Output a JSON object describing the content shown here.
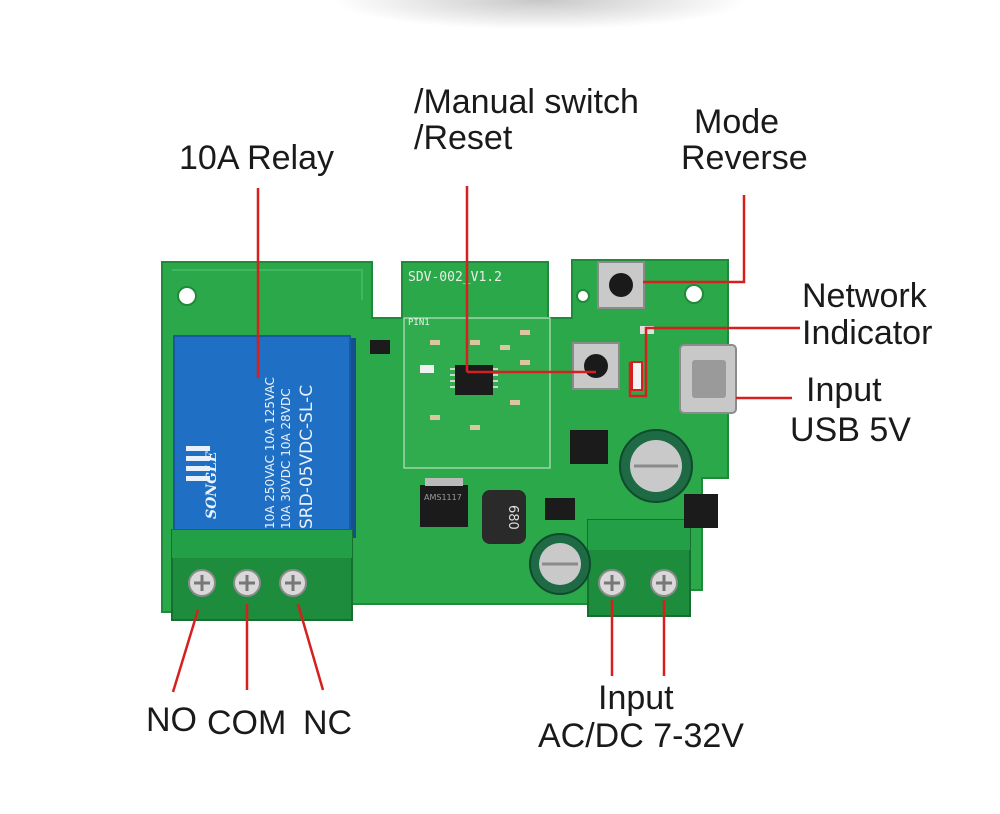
{
  "labels": {
    "relay": "10A Relay",
    "manual_switch": "/Manual switch",
    "reset": "/Reset",
    "mode": "Mode",
    "reverse": "Reverse",
    "network": "Network",
    "indicator": "Indicator",
    "input_usb_1": "Input",
    "input_usb_2": "USB 5V",
    "no": "NO",
    "com": "COM",
    "nc": "NC",
    "input_ac_1": "Input",
    "input_ac_2": "AC/DC 7-32V"
  },
  "board": {
    "silkscreen_version": "SDV-002_V1.2",
    "relay_brand": "SONGLE",
    "relay_rating_1": "10A 250VAC  10A 125VAC",
    "relay_rating_2": "10A 30VDC  10A 28VDC",
    "relay_model": "SRD-05VDC-SL-C",
    "inductor_code": "680",
    "regulator_code": "AMS1117",
    "pin_label": "PIN1"
  },
  "colors": {
    "pcb": "#2aa84a",
    "relay": "#1f6fc4",
    "terminal": "#1d8c3c",
    "leader": "#d61f1f"
  }
}
